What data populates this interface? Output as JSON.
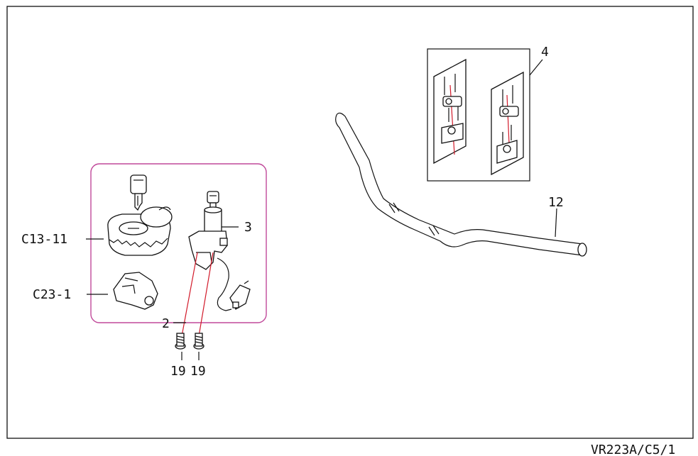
{
  "labels": {
    "c13_11": "C13-11",
    "c23_1": "C23-1",
    "n2": "2",
    "n3": "3",
    "n4": "4",
    "n12": "12",
    "n19a": "19",
    "n19b": "19"
  },
  "footer_code": "VR223A/C5/1",
  "colors": {
    "frame": "#111111",
    "group_box": "#c0499a",
    "leader_red": "#d21a2a"
  }
}
